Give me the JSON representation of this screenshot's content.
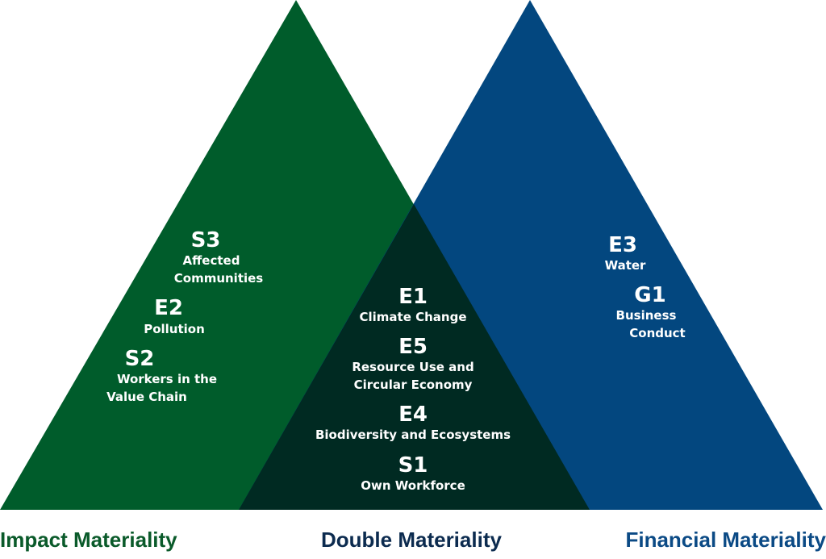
{
  "colors": {
    "impact": "#005c2b",
    "financial": "#03477f",
    "double": "#002a22",
    "text_on_shape": "#ffffff",
    "label_impact": "#0a5a2a",
    "label_double": "#0c2b4f",
    "label_financial": "#0b4a85"
  },
  "labels": {
    "impact": "Impact Materiality",
    "double": "Double Materiality",
    "financial": "Financial Materiality"
  },
  "topics": {
    "s3": {
      "code": "S3",
      "lines": [
        "Affected",
        "Communities"
      ]
    },
    "e2": {
      "code": "E2",
      "lines": [
        "Pollution"
      ]
    },
    "s2": {
      "code": "S2",
      "lines": [
        "Workers in the",
        "Value Chain"
      ]
    },
    "e1": {
      "code": "E1",
      "lines": [
        "Climate Change"
      ]
    },
    "e5": {
      "code": "E5",
      "lines": [
        "Resource Use and",
        "Circular Economy"
      ]
    },
    "e4": {
      "code": "E4",
      "lines": [
        "Biodiversity and Ecosystems"
      ]
    },
    "s1": {
      "code": "S1",
      "lines": [
        "Own Workforce"
      ]
    },
    "e3": {
      "code": "E3",
      "lines": [
        "Water"
      ]
    },
    "g1": {
      "code": "G1",
      "lines": [
        "Business",
        "Conduct"
      ]
    }
  }
}
